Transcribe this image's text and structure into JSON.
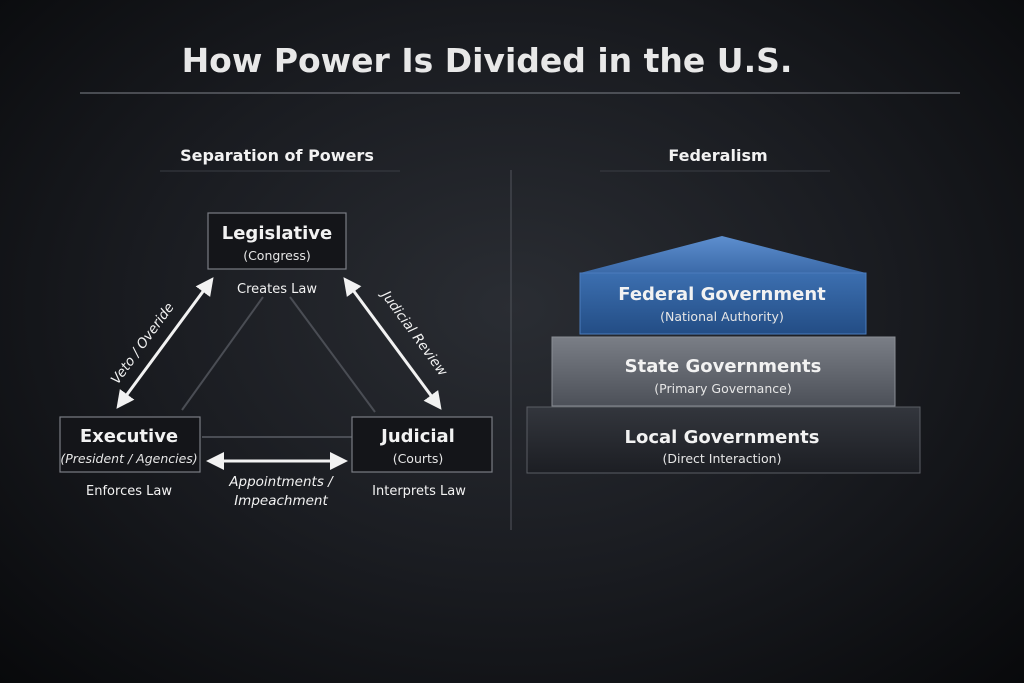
{
  "title": "How Power Is Divided in the U.S.",
  "separation": {
    "heading": "Separation of Powers",
    "legislative": {
      "name": "Legislative",
      "sub": "(Congress)",
      "role": "Creates Law"
    },
    "executive": {
      "name": "Executive",
      "sub": "(President / Agencies)",
      "role": "Enforces Law"
    },
    "judicial": {
      "name": "Judicial",
      "sub": "(Courts)",
      "role": "Interprets Law"
    },
    "checks": {
      "veto": "Veto / Overide",
      "review": "Judicial Review",
      "appointments_1": "Appointments /",
      "appointments_2": "Impeachment"
    }
  },
  "federalism": {
    "heading": "Federalism",
    "levels": [
      {
        "name": "Federal Government",
        "sub": "(National Authority)",
        "color": "#2f5e9a"
      },
      {
        "name": "State Governments",
        "sub": "(Primary Governance)",
        "color": "#5d6169"
      },
      {
        "name": "Local Governments",
        "sub": "(Direct Interaction)",
        "color": "#24262c"
      }
    ]
  }
}
